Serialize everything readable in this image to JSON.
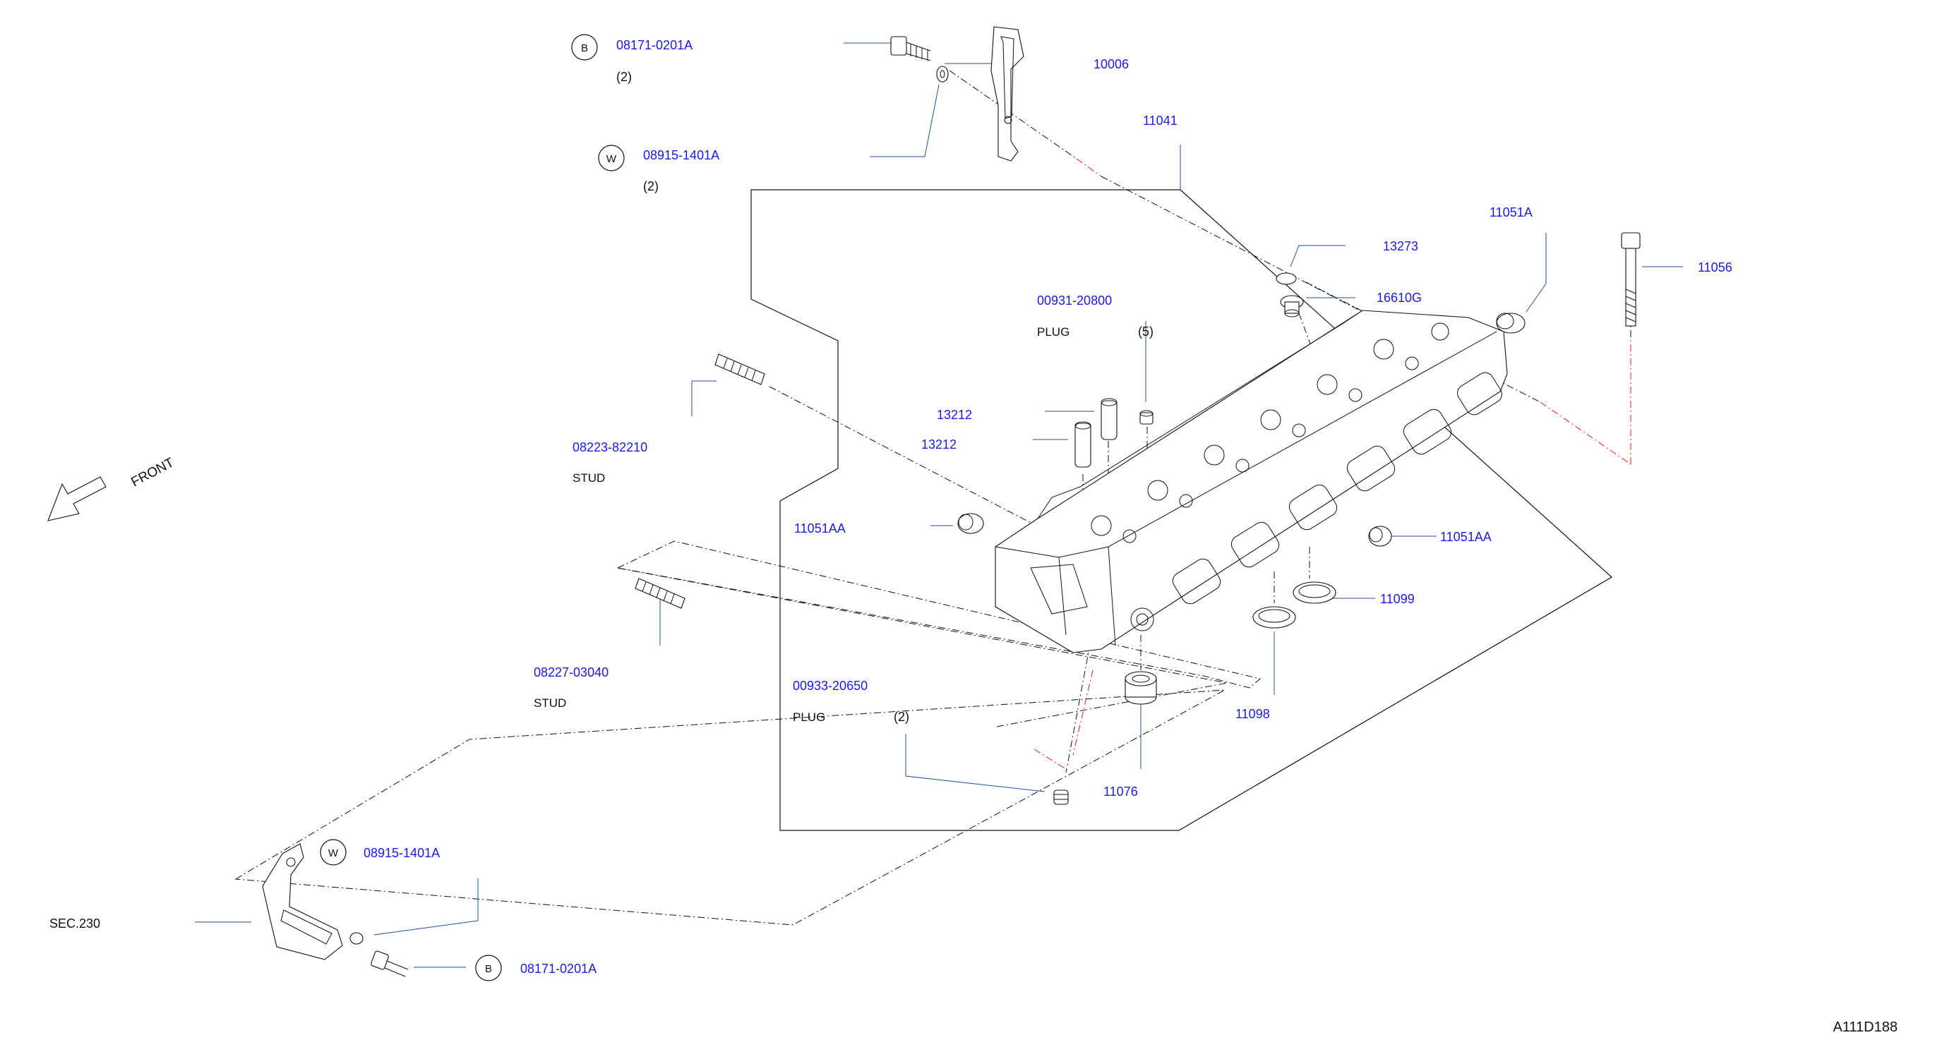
{
  "callouts": {
    "bolt_top": {
      "badge": "B",
      "part_no": "08171-0201A",
      "qty": "(2)"
    },
    "washer_top": {
      "badge": "W",
      "part_no": "08915-1401A",
      "qty": "(2)"
    },
    "bracket_front": {
      "part_no": "10006"
    },
    "head_assembly": {
      "part_no": "11041"
    },
    "plug_small_top": {
      "part_no": "13273"
    },
    "seal_top": {
      "part_no": "16610G"
    },
    "plug_cap_rear": {
      "part_no": "11051A"
    },
    "head_bolt": {
      "part_no": "11056"
    },
    "plug_upper": {
      "part_no": "00931-20800",
      "label": "PLUG",
      "qty": "(5)"
    },
    "dowel_a": {
      "part_no": "13212"
    },
    "dowel_b": {
      "part_no": "13212"
    },
    "stud_upper": {
      "part_no": "08223-82210",
      "label": "STUD"
    },
    "cap_left": {
      "part_no": "11051AA"
    },
    "cap_right": {
      "part_no": "11051AA"
    },
    "seal_ring_a": {
      "part_no": "11099"
    },
    "seal_ring_b": {
      "part_no": "11098"
    },
    "stud_lower": {
      "part_no": "08227-03040",
      "label": "STUD"
    },
    "plug_lower": {
      "part_no": "00933-20650",
      "label": "PLUG",
      "qty": "(2)"
    },
    "grommet": {
      "part_no": "11076"
    },
    "washer_bottom": {
      "badge": "W",
      "part_no": "08915-1401A"
    },
    "bolt_bottom": {
      "badge": "B",
      "part_no": "08171-0201A"
    },
    "section_ref": {
      "label": "SEC.230"
    }
  },
  "front_arrow": {
    "label": "FRONT"
  },
  "diagram_code": "A111D188",
  "colors": {
    "part_number": "#1a1ae6",
    "leader": "#1f4f9e",
    "dash_highlight": "#e21c1c",
    "line": "#111111"
  }
}
